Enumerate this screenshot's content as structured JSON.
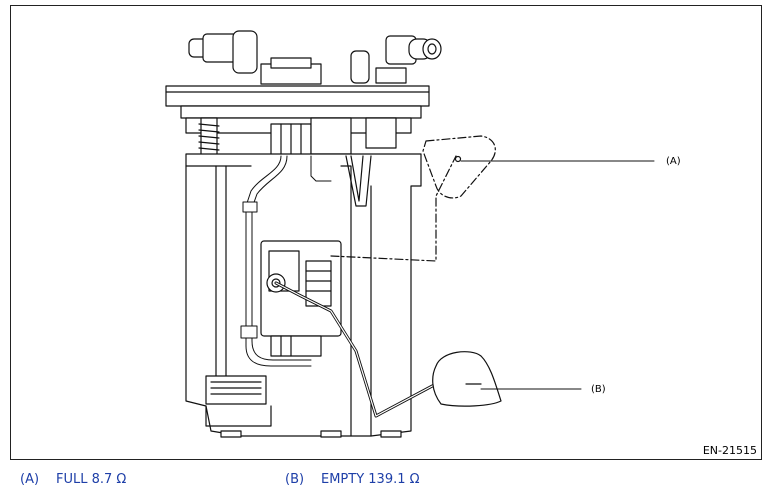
{
  "figure": {
    "id": "EN-21515",
    "callout_a": "(A)",
    "callout_b": "(B)"
  },
  "legend": [
    {
      "key": "(A)",
      "text": "FULL 8.7 Ω"
    },
    {
      "key": "(B)",
      "text": "EMPTY 139.1 Ω"
    }
  ]
}
